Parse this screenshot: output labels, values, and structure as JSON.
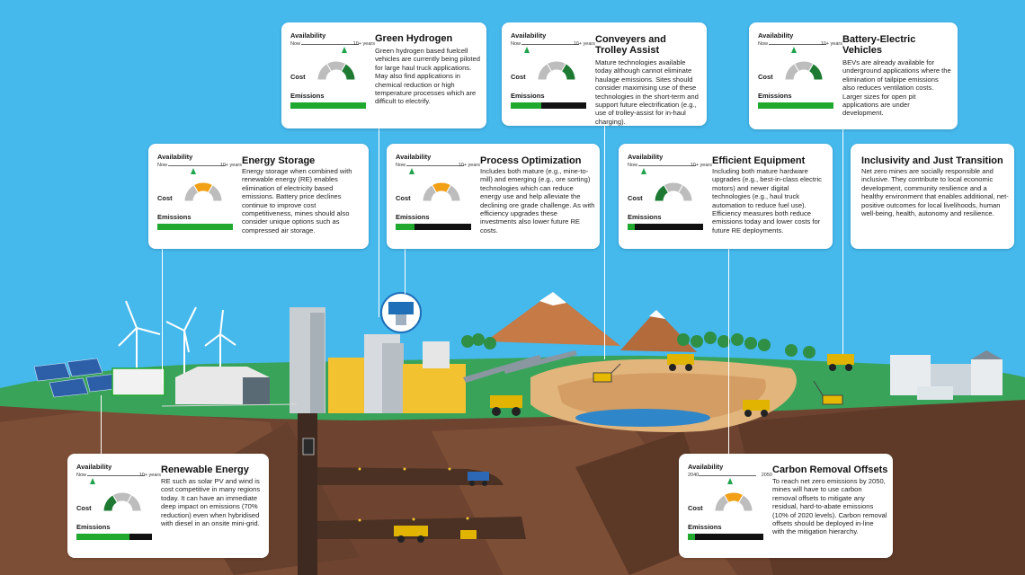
{
  "legend": {
    "availability": "Availability",
    "cost": "Cost",
    "emissions": "Emissions",
    "now": "Now",
    "ten_years": "10+ years"
  },
  "cards": {
    "green_hydrogen": {
      "title": "Green Hydrogen",
      "description": "Green hydrogen based fuelcell vehicles are currently being piloted for large haul truck applications. May also find applications in chemical reduction or high temperature processes which are difficult to electrify.",
      "availability_position": 0.75,
      "cost_level": "high",
      "emissions_reduction": 1.0
    },
    "conveyers_trolley": {
      "title": "Conveyers and Trolley Assist",
      "description": "Mature technologies available today although cannot eliminate haulage emissions. Sites should consider maximising use of these technologies in the short-term and support future electrification (e.g., use of trolley-assist for in-haul charging).",
      "availability_position": 0.1,
      "cost_level": "high",
      "emissions_reduction": 0.4
    },
    "battery_electric": {
      "title": "Battery-Electric Vehicles",
      "description": "BEVs are already available for underground applications where the elimination of tailpipe emissions also reduces ventilation costs. Larger sizes for open pit applications are under development.",
      "availability_position": 0.45,
      "cost_level": "high",
      "emissions_reduction": 1.0
    },
    "energy_storage": {
      "title": "Energy Storage",
      "description": "Energy storage when combined with renewable energy (RE) enables elimination of electricity based emissions. Battery price declines continue to improve cost competitiveness, mines should also consider unique options such as compressed air storage.",
      "availability_position": 0.45,
      "cost_level": "medium",
      "emissions_reduction": 1.0
    },
    "process_optimization": {
      "title": "Process Optimization",
      "description": "Includes both mature (e.g., mine-to-mill) and emerging (e.g., ore sorting) technologies which can reduce energy use and help alleviate the declining ore grade challenge. As with efficiency upgrades these investments also lower future RE costs.",
      "availability_position": 0.1,
      "cost_level": "medium",
      "emissions_reduction": 0.25
    },
    "efficient_equipment": {
      "title": "Efficient Equipment",
      "description": "Including both mature hardware upgrades (e.g., best-in-class electric motors) and newer digital technologies (e.g., haul truck automation to reduce fuel use). Efficiency measures both reduce emissions today and lower costs for future RE deployments.",
      "availability_position": 0.1,
      "cost_level": "low",
      "emissions_reduction": 0.1
    },
    "inclusivity": {
      "title": "Inclusivity and Just Transition",
      "description": "Net zero mines are socially responsible and inclusive. They contribute to local economic development, community resilience and a healthy environment that enables additional, net-positive outcomes for local livelihoods, human well-being, health, autonomy and resilience."
    },
    "renewable_energy": {
      "title": "Renewable Energy",
      "description": "RE such as solar PV and wind is cost competitive in many regions today. It can have an immediate deep impact on emissions (70% reduction) even when hybridised with diesel in an onsite mini-grid.",
      "availability_position": 0.1,
      "cost_level": "low",
      "emissions_reduction": 0.7
    },
    "carbon_removal": {
      "title": "Carbon Removal Offsets",
      "description": "To reach net zero emissions by 2050, mines will have to use carbon removal offsets to mitigate any residual, hard-to-abate emissions (10% of 2020 levels). Carbon removal offsets should be deployed in-line with the mitigation hierarchy.",
      "scale_start": "2040",
      "scale_end": "2050",
      "availability_position": 0.55,
      "cost_level": "medium",
      "emissions_reduction": 0.1
    }
  },
  "colors": {
    "sky": "#45b8ec",
    "grass": "#3aa55c",
    "soil": "#7a4a33",
    "emissions_green": "#21a82f",
    "cost_orange": "#f2a016",
    "cost_green": "#1e7a33",
    "gauge_grey": "#bdbdbd"
  }
}
